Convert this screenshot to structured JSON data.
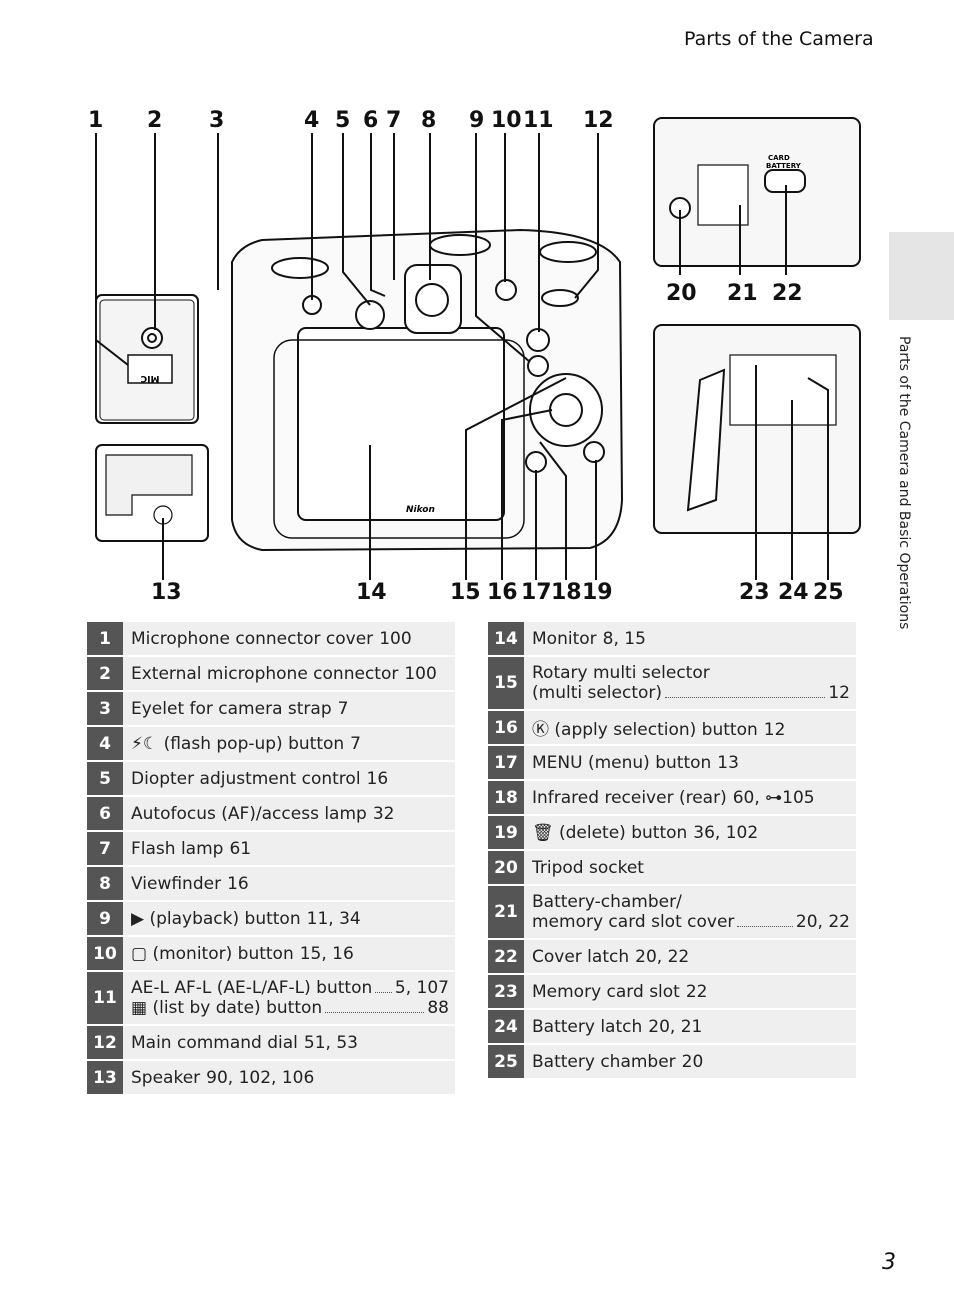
{
  "header": {
    "section_title": "Parts of the Camera"
  },
  "side_tab": {
    "text": "Parts of the Camera and Basic Operations"
  },
  "page_number": "3",
  "diagram": {
    "callouts_top": [
      "1",
      "2",
      "3",
      "4",
      "5",
      "6",
      "7",
      "8",
      "9",
      "10",
      "11",
      "12"
    ],
    "callouts_right_top": [
      "20",
      "21",
      "22"
    ],
    "callouts_bottom": [
      "13",
      "14",
      "15",
      "16",
      "17",
      "18",
      "19"
    ],
    "callouts_right_bottom": [
      "23",
      "24",
      "25"
    ],
    "mic_label": "MIC",
    "brand": "Nikon",
    "card_battery_label_1": "CARD",
    "card_battery_label_2": "BATTERY"
  },
  "legend_left": [
    {
      "num": "1",
      "lines": [
        {
          "text": "Microphone connector cover",
          "page": "100"
        }
      ]
    },
    {
      "num": "2",
      "lines": [
        {
          "text": "External microphone connector",
          "page": "100"
        }
      ]
    },
    {
      "num": "3",
      "lines": [
        {
          "text": "Eyelet for camera strap",
          "page": "7"
        }
      ]
    },
    {
      "num": "4",
      "lines": [
        {
          "text": "⚡☾ (flash pop-up) button",
          "page": "7"
        }
      ]
    },
    {
      "num": "5",
      "lines": [
        {
          "text": "Diopter adjustment control",
          "page": "16"
        }
      ]
    },
    {
      "num": "6",
      "lines": [
        {
          "text": "Autofocus (AF)/access lamp",
          "page": "32"
        }
      ]
    },
    {
      "num": "7",
      "lines": [
        {
          "text": "Flash lamp",
          "page": "61"
        }
      ]
    },
    {
      "num": "8",
      "lines": [
        {
          "text": "Viewfinder",
          "page": "16"
        }
      ]
    },
    {
      "num": "9",
      "lines": [
        {
          "text": "▶ (playback) button",
          "page": "11, 34"
        }
      ]
    },
    {
      "num": "10",
      "lines": [
        {
          "text": "▢ (monitor) button",
          "page": "15, 16"
        }
      ]
    },
    {
      "num": "11",
      "lines": [
        {
          "text": "AE-L AF-L (AE-L/AF-L) button",
          "page": "5, 107"
        },
        {
          "text": "▦ (list by date) button",
          "page": "88"
        }
      ]
    },
    {
      "num": "12",
      "lines": [
        {
          "text": "Main command dial",
          "page": "51, 53"
        }
      ]
    },
    {
      "num": "13",
      "lines": [
        {
          "text": "Speaker",
          "page": "90, 102, 106"
        }
      ]
    }
  ],
  "legend_right": [
    {
      "num": "14",
      "lines": [
        {
          "text": "Monitor",
          "page": "8, 15"
        }
      ]
    },
    {
      "num": "15",
      "lines": [
        {
          "text": "Rotary multi selector",
          "page": ""
        },
        {
          "text": "(multi selector)",
          "page": "12"
        }
      ]
    },
    {
      "num": "16",
      "lines": [
        {
          "text": "Ⓚ (apply selection) button",
          "page": "12"
        }
      ]
    },
    {
      "num": "17",
      "lines": [
        {
          "text": "MENU (menu) button",
          "page": "13"
        }
      ]
    },
    {
      "num": "18",
      "lines": [
        {
          "text": "Infrared receiver (rear)",
          "page": "60, ⊶105"
        }
      ]
    },
    {
      "num": "19",
      "lines": [
        {
          "text": "🗑 (delete) button",
          "page": "36, 102"
        }
      ]
    },
    {
      "num": "20",
      "lines": [
        {
          "text": "Tripod socket",
          "page": ""
        }
      ]
    },
    {
      "num": "21",
      "lines": [
        {
          "text": "Battery-chamber/",
          "page": ""
        },
        {
          "text": "memory card slot cover",
          "page": "20, 22"
        }
      ]
    },
    {
      "num": "22",
      "lines": [
        {
          "text": "Cover latch",
          "page": "20, 22"
        }
      ]
    },
    {
      "num": "23",
      "lines": [
        {
          "text": "Memory card slot",
          "page": "22"
        }
      ]
    },
    {
      "num": "24",
      "lines": [
        {
          "text": "Battery latch",
          "page": "20, 21"
        }
      ]
    },
    {
      "num": "25",
      "lines": [
        {
          "text": "Battery chamber",
          "page": "20"
        }
      ]
    }
  ]
}
